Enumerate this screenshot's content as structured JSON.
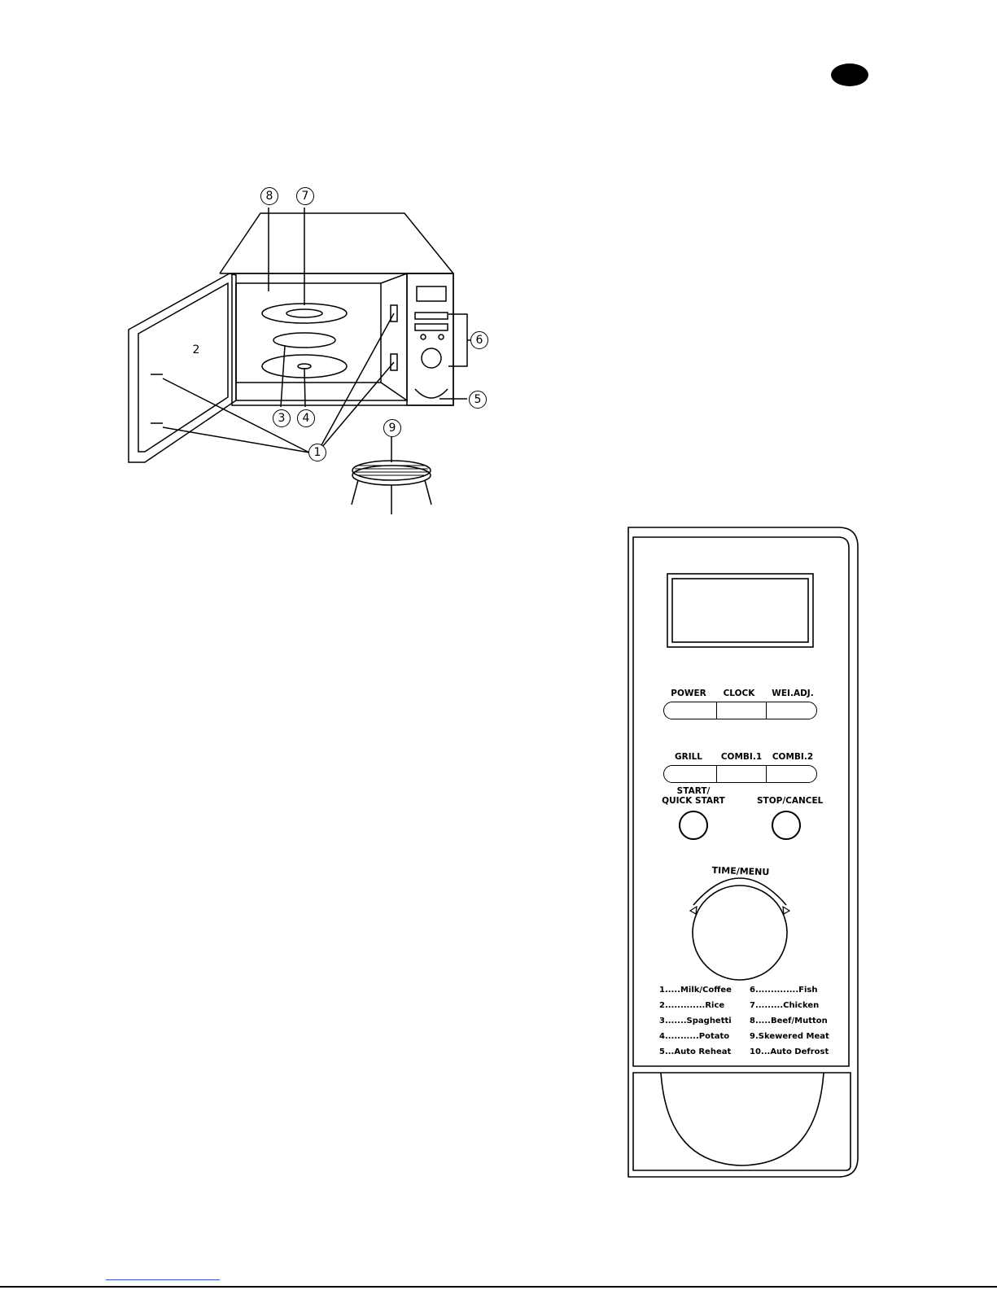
{
  "diagram": {
    "callouts": [
      "1",
      "2",
      "3",
      "4",
      "5",
      "6",
      "7",
      "8",
      "9"
    ]
  },
  "control_panel": {
    "row1": {
      "power": "POWER",
      "clock": "CLOCK",
      "wei_adj": "WEI.ADJ."
    },
    "row2": {
      "grill": "GRILL",
      "combi1": "COMBI.1",
      "combi2": "COMBI.2"
    },
    "start_line1": "START/",
    "start_line2": "QUICK START",
    "stop": "STOP/CANCEL",
    "dial_label": "TIME/MENU",
    "menu_left": [
      "1.....Milk/Coffee",
      "2.............Rice",
      "3.......Spaghetti",
      "4...........Potato",
      "5...Auto Reheat"
    ],
    "menu_right": [
      "6..............Fish",
      "7.........Chicken",
      "8.....Beef/Mutton",
      "9.Skewered Meat",
      "10...Auto Defrost"
    ]
  }
}
